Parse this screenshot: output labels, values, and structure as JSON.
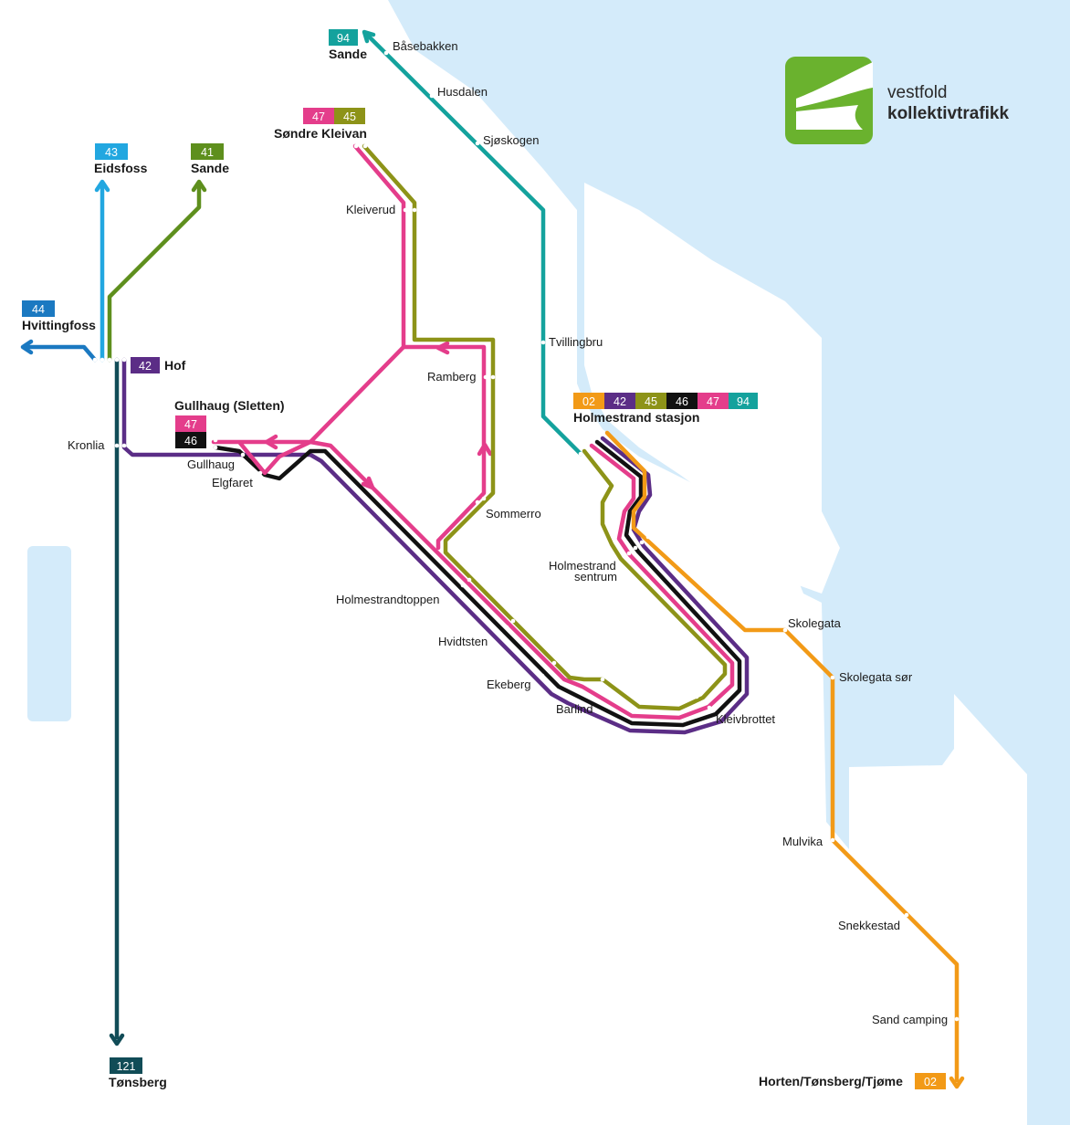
{
  "brand": {
    "line1": "vestfold",
    "line2": "kollektivtrafikk",
    "color": "#6ab22e"
  },
  "colors": {
    "water": "#d4ebfa",
    "r02": "#f29a17",
    "r42": "#5b2d86",
    "r45": "#8d9318",
    "r46": "#111111",
    "r47": "#e43d8b",
    "r94": "#14a29d",
    "r43": "#22a7e0",
    "r41": "#5e8f1d",
    "r44": "#1b79c1",
    "r121": "#114c57"
  },
  "routes": {
    "r02": "02",
    "r42": "42",
    "r45": "45",
    "r46": "46",
    "r47": "47",
    "r94": "94",
    "r43": "43",
    "r41": "41",
    "r44": "44",
    "r121": "121"
  },
  "terminals": {
    "sande_94": "Sande",
    "sondre_kleivan": "Søndre Kleivan",
    "eidsfoss": "Eidsfoss",
    "sande_41": "Sande",
    "hvittingfoss": "Hvittingfoss",
    "hof": "Hof",
    "gullhaug_sletten": "Gullhaug (Sletten)",
    "holmestrand_stasjon": "Holmestrand stasjon",
    "tonsberg": "Tønsberg",
    "horten": "Horten/Tønsberg/Tjøme"
  },
  "stops": {
    "basebakken": "Båsebakken",
    "husdalen": "Husdalen",
    "sjoskogen": "Sjøskogen",
    "kleiverud": "Kleiverud",
    "tvillingbru": "Tvillingbru",
    "ramberg": "Ramberg",
    "kronlia": "Kronlia",
    "gullhaug": "Gullhaug",
    "elgfaret": "Elgfaret",
    "sommerro": "Sommerro",
    "holmestrand_sentrum_1": "Holmestrand",
    "holmestrand_sentrum_2": "sentrum",
    "holmestrandtoppen": "Holmestrandtoppen",
    "skolegata": "Skolegata",
    "hvidtsten": "Hvidtsten",
    "skolegata_sor": "Skolegata sør",
    "ekeberg": "Ekeberg",
    "barlind": "Barlind",
    "kleivbrottet": "Kleivbrottet",
    "mulvika": "Mulvika",
    "snekkestad": "Snekkestad",
    "sand_camping": "Sand camping"
  }
}
